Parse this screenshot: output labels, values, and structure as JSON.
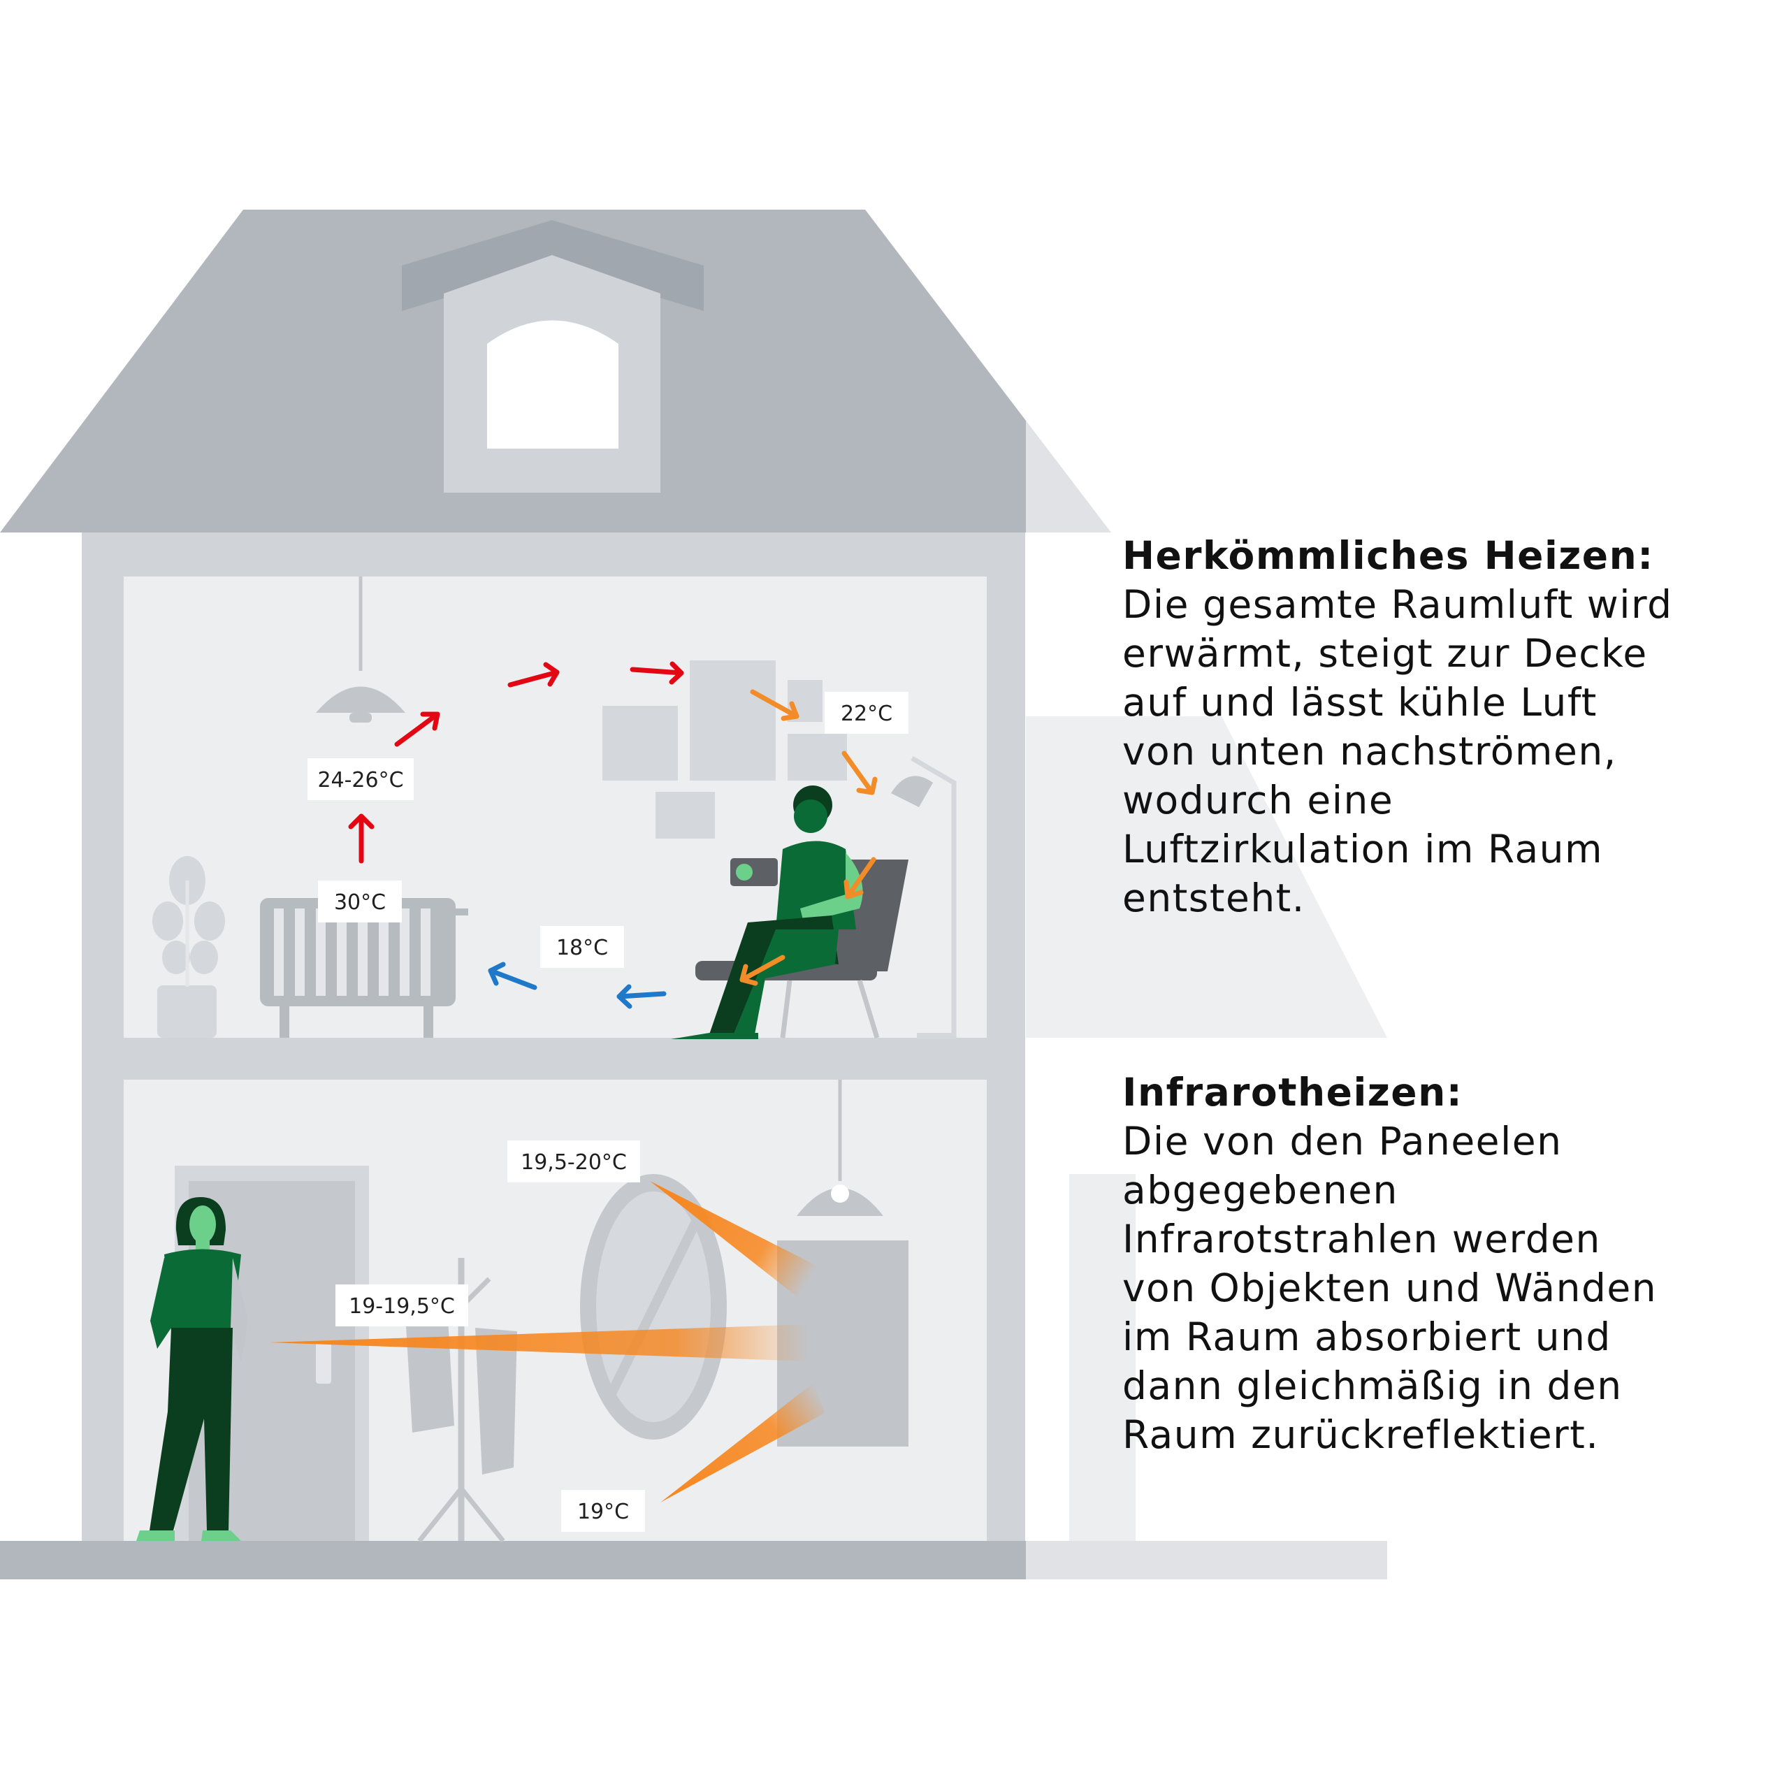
{
  "sections": [
    {
      "id": "conventional",
      "heading": "Herkömmliches Heizen:",
      "body": "Die gesamte Raumluft wird\nerwärmt, steigt zur Decke\nauf und lässt kühle Luft\nvon unten nachströmen,\nwodurch eine\nLuftzirkulation im Raum\nentsteht."
    },
    {
      "id": "infrared",
      "heading": "Infrarotheizen:",
      "body": "Die von den Paneelen\nabgegebenen\nInfrarotstrahlen werden\nvon Objekten und Wänden\nim Raum absorbiert und\ndann gleichmäßig in den\nRaum zurückreflektiert."
    }
  ],
  "upper_room_temperatures": {
    "radiator": "30°C",
    "above_radiator": "24-26°C",
    "near_person": "22°C",
    "floor": "18°C"
  },
  "lower_room_temperatures": {
    "top": "19,5-20°C",
    "middle": "19-19,5°C",
    "bottom": "19°C"
  },
  "colors": {
    "warm_arrow": "#e30613",
    "cooling_arrow": "#f28c28",
    "cold_arrow": "#1f78c8",
    "infrared_beam": "#f7861e",
    "person": "#0b6b36",
    "house": "#b2b7bd"
  }
}
